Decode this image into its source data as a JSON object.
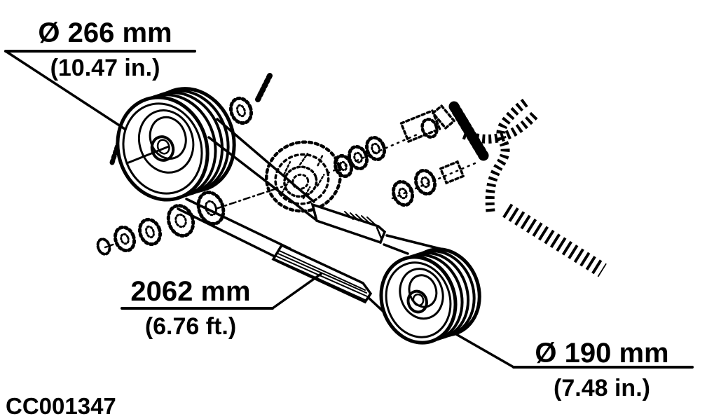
{
  "figure": {
    "id_code": "CC001347",
    "ink_color": "#000000",
    "background_color": "#ffffff",
    "labels": {
      "crank_pulley_diameter": {
        "metric": "Ø 266 mm",
        "imperial": "(10.47 in.)"
      },
      "belt_length": {
        "metric": "2062 mm",
        "imperial": "(6.76 ft.)"
      },
      "driven_pulley_diameter": {
        "metric": "Ø 190 mm",
        "imperial": "(7.48 in.)"
      }
    }
  }
}
